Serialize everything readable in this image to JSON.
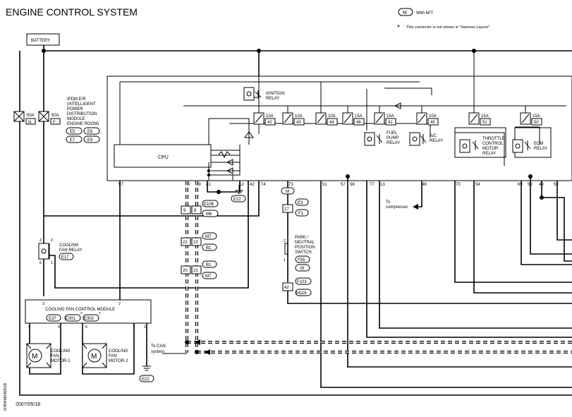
{
  "page": {
    "title": "ENGINE CONTROL SYSTEM",
    "legend_mt": "With M/T",
    "legend_mt_code": "M",
    "legend_note_mark": "*",
    "legend_note": ": This connector is not shown in \"Harness Layout\".",
    "date": "2007/05/18",
    "side_code": "JCBWM0465GB"
  },
  "battery": {
    "label": "BATTERY"
  },
  "fuses_left": [
    {
      "rating": "50A",
      "id": "N"
    },
    {
      "rating": "50A",
      "id": "F"
    }
  ],
  "ipdm": {
    "lines": [
      "IPDM E/R",
      "(INTELLIGENT",
      "POWER",
      "DISTRIBUTION",
      "MODULE",
      "ENGINE ROOM)"
    ],
    "connectors": [
      "E5",
      "E6",
      "E7",
      "E9"
    ],
    "sep": ","
  },
  "cpu": {
    "label": "CPU"
  },
  "relays": {
    "ignition": [
      "IGNITION",
      "RELAY"
    ],
    "fuel_pump": [
      "FUEL",
      "PUMP",
      "RELAY"
    ],
    "ac": [
      "A/C",
      "RELAY"
    ],
    "throttle": [
      "THROTTLE",
      "CONTROL",
      "MOTOR",
      "RELAY"
    ],
    "ecm": [
      "ECM",
      "RELAY"
    ],
    "cooling_fan": [
      "COOLING",
      "FAN RELAY"
    ],
    "cooling_fan_conn": "E17",
    "cooling_fan_pins": [
      "3",
      "2",
      "5",
      "1"
    ]
  },
  "fuses_top": [
    {
      "rating": "10A",
      "id": "42"
    },
    {
      "rating": "10A",
      "id": "43"
    },
    {
      "rating": "10A",
      "id": "44"
    },
    {
      "rating": "15A",
      "id": "46"
    },
    {
      "rating": "15A",
      "id": "41"
    },
    {
      "rating": "10A",
      "id": "49"
    },
    {
      "rating": "15A",
      "id": "51"
    },
    {
      "rating": "15A",
      "id": "50"
    }
  ],
  "ipdm_pins": [
    "97",
    "40",
    "39",
    "41",
    "12",
    "42",
    "74",
    "73",
    "51",
    "57",
    "56",
    "77",
    "13",
    "48",
    "70",
    "54",
    "69",
    "53",
    "49",
    "55"
  ],
  "harness": {
    "conn_e106": "E106",
    "conn_m6": "M6",
    "pins_e106": [
      "9",
      "8"
    ],
    "conn_m7a": "M7",
    "conn_b1a": "B1",
    "pins_m7": [
      "22",
      "23"
    ],
    "conn_b1b": "B1",
    "conn_m7b": "M7",
    "pins_b1": [
      "20",
      "21"
    ],
    "ground_e22": "E22"
  },
  "pnp": {
    "mt_code": "M",
    "pin_e3": "17",
    "conn_e3": "E3",
    "conn_f1": "F1",
    "switch": [
      "PARK /",
      "NEUTRAL",
      "POSITION",
      "SWITCH"
    ],
    "conn_f55": "F55",
    "pin_top": "2",
    "pin_bottom": "1",
    "pin_f103": "42",
    "conn_f103": "F103",
    "conn_m116": "M116"
  },
  "to_compressor": [
    "To",
    "compressor"
  ],
  "fan_module": {
    "label": "COOLING FAN CONTROL MODULE",
    "pins_top": [
      "3",
      "2"
    ],
    "connectors": [
      "E37",
      "E301",
      "E302"
    ],
    "stars": [
      "*",
      "*"
    ],
    "pins_bottom": [
      "4",
      "5",
      "6",
      "7",
      "1"
    ]
  },
  "fan_motors": [
    {
      "label": [
        "COOLING",
        "FAN",
        "MOTOR-1"
      ],
      "symbol": "M"
    },
    {
      "label": [
        "COOLING",
        "FAN",
        "MOTOR-2"
      ],
      "symbol": "M"
    }
  ],
  "to_can": [
    "To CAN",
    "system"
  ],
  "ground_bottom": "E22"
}
